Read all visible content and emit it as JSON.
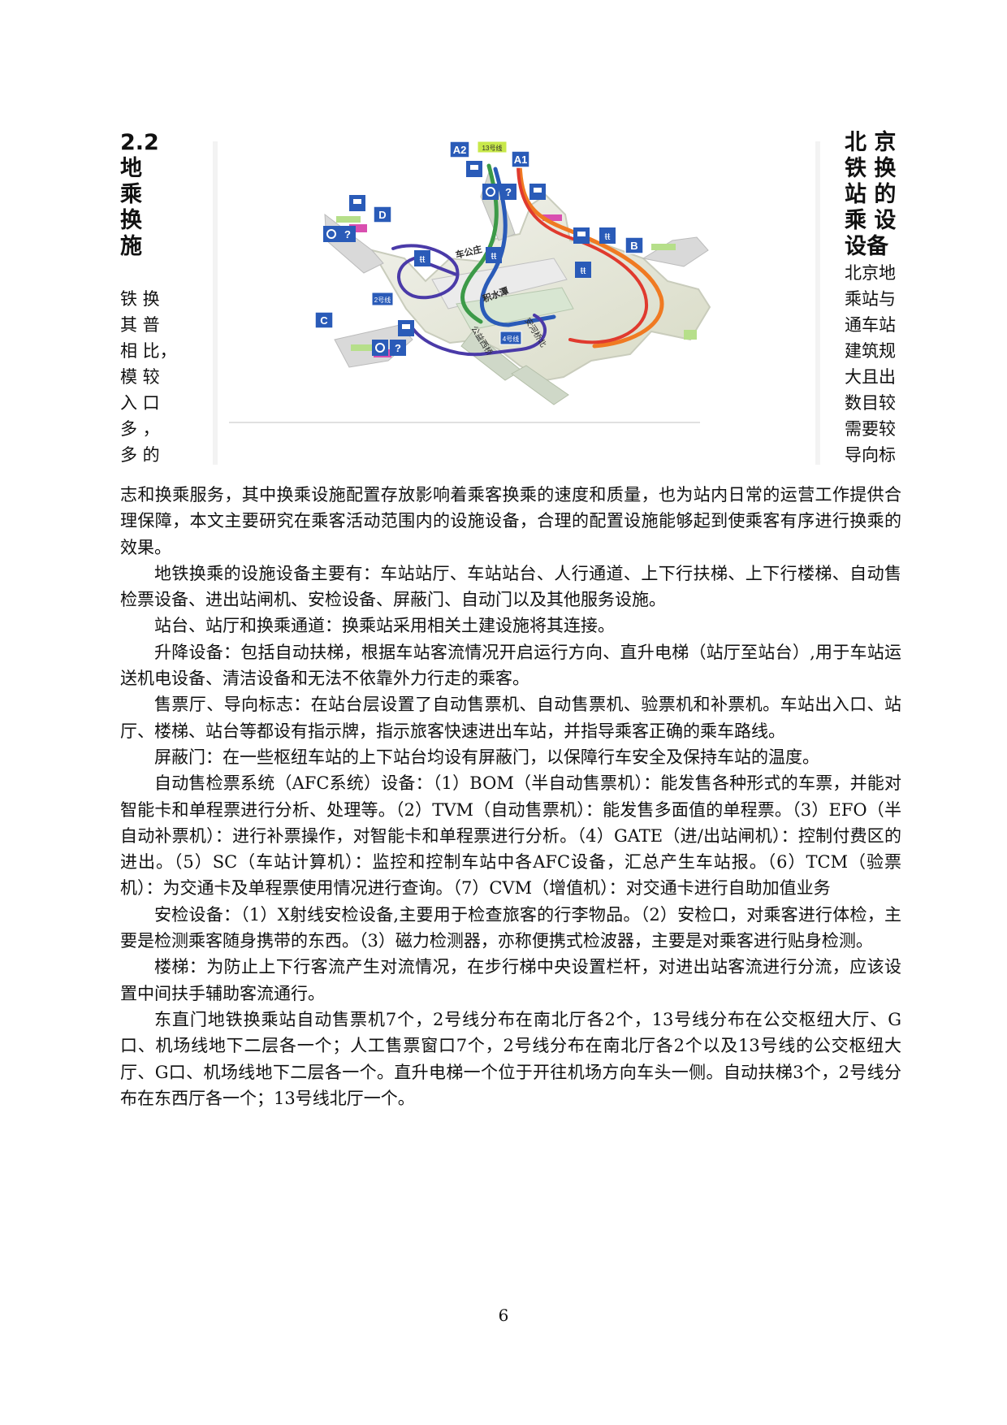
{
  "heading_left": [
    "2.2",
    "地",
    "乘",
    "换",
    "施"
  ],
  "heading_right": [
    "北 京",
    "铁 换",
    "站 的",
    "乘 设",
    "设备"
  ],
  "text_left": [
    "铁  换",
    "其  普",
    "相  比，",
    "模  较",
    "入  口",
    "多  ，",
    "多  的"
  ],
  "text_right": [
    "北京地",
    "乘站与",
    "通车站",
    "建筑规",
    "大且出",
    "数目较",
    "需要较",
    "导向标"
  ],
  "figure": {
    "labels": {
      "a2": "A2",
      "a1": "A1",
      "a1_sign": "13号线",
      "b": "B",
      "c": "C",
      "d": "D",
      "line2": "2号线",
      "line4": "4号线",
      "chegongzhuang": "车公庄",
      "jishuitan": "积水潭",
      "andingmen": "安河桥北",
      "gongyixiqiao": "公益西桥",
      "question": "?"
    }
  },
  "paragraphs": [
    {
      "indent": false,
      "text": "志和换乘服务，其中换乘设施配置存放影响着乘客换乘的速度和质量，也为站内日常的运营工作提供合理保障，本文主要研究在乘客活动范围内的设施设备，合理的配置设施能够起到使乘客有序进行换乘的效果。"
    },
    {
      "indent": true,
      "text": "地铁换乘的设施设备主要有：车站站厅、车站站台、人行通道、上下行扶梯、上下行楼梯、自动售检票设备、进出站闸机、安检设备、屏蔽门、自动门以及其他服务设施。"
    },
    {
      "indent": true,
      "text": "站台、站厅和换乘通道：换乘站采用相关土建设施将其连接。"
    },
    {
      "indent": true,
      "text": "升降设备：包括自动扶梯，根据车站客流情况开启运行方向、直升电梯（站厅至站台）,用于车站运送机电设备、清洁设备和无法不依靠外力行走的乘客。"
    },
    {
      "indent": true,
      "text": "售票厅、导向标志：在站台层设置了自动售票机、自动售票机、验票机和补票机。车站出入口、站厅、楼梯、站台等都设有指示牌，指示旅客快速进出车站，并指导乘客正确的乘车路线。"
    },
    {
      "indent": true,
      "text": "屏蔽门：在一些枢纽车站的上下站台均设有屏蔽门，以保障行车安全及保持车站的温度。"
    },
    {
      "indent": true,
      "text": "自动售检票系统（AFC系统）设备：（1）BOM（半自动售票机）：能发售各种形式的车票，并能对智能卡和单程票进行分析、处理等。（2）TVM（自动售票机）：能发售多面值的单程票。（3）EFO（半自动补票机）：进行补票操作，对智能卡和单程票进行分析。（4）GATE（进/出站闸机）：控制付费区的进出。（5）SC（车站计算机）：监控和控制车站中各AFC设备，汇总产生车站报。（6）TCM（验票机）：为交通卡及单程票使用情况进行查询。（7）CVM（增值机）：对交通卡进行自助加值业务"
    },
    {
      "indent": true,
      "text": "安检设备：（1）X射线安检设备,主要用于检查旅客的行李物品。（2）安检口，对乘客进行体检，主要是检测乘客随身携带的东西。（3）磁力检测器，亦称便携式检波器，主要是对乘客进行贴身检测。"
    },
    {
      "indent": true,
      "text": "楼梯：为防止上下行客流产生对流情况，在步行梯中央设置栏杆，对进出站客流进行分流，应该设置中间扶手辅助客流通行。"
    },
    {
      "indent": true,
      "text": "东直门地铁换乘站自动售票机7个，2号线分布在南北厅各2个，13号线分布在公交枢纽大厅、G口、机场线地下二层各一个；人工售票窗口7个，2号线分布在南北厅各2个以及13号线的公交枢纽大厅、G口、机场线地下二层各一个。直升电梯一个位于开往机场方向车头一侧。自动扶梯3个，2号线分布在东西厅各一个；13号线北厅一个。"
    }
  ],
  "page_number": "6",
  "colors": {
    "blue": "#2a5bb8",
    "green": "#3c9a48",
    "orange": "#f07a22",
    "red": "#e03a2e",
    "purple": "#4a3aa8",
    "pink": "#d94fb0"
  }
}
